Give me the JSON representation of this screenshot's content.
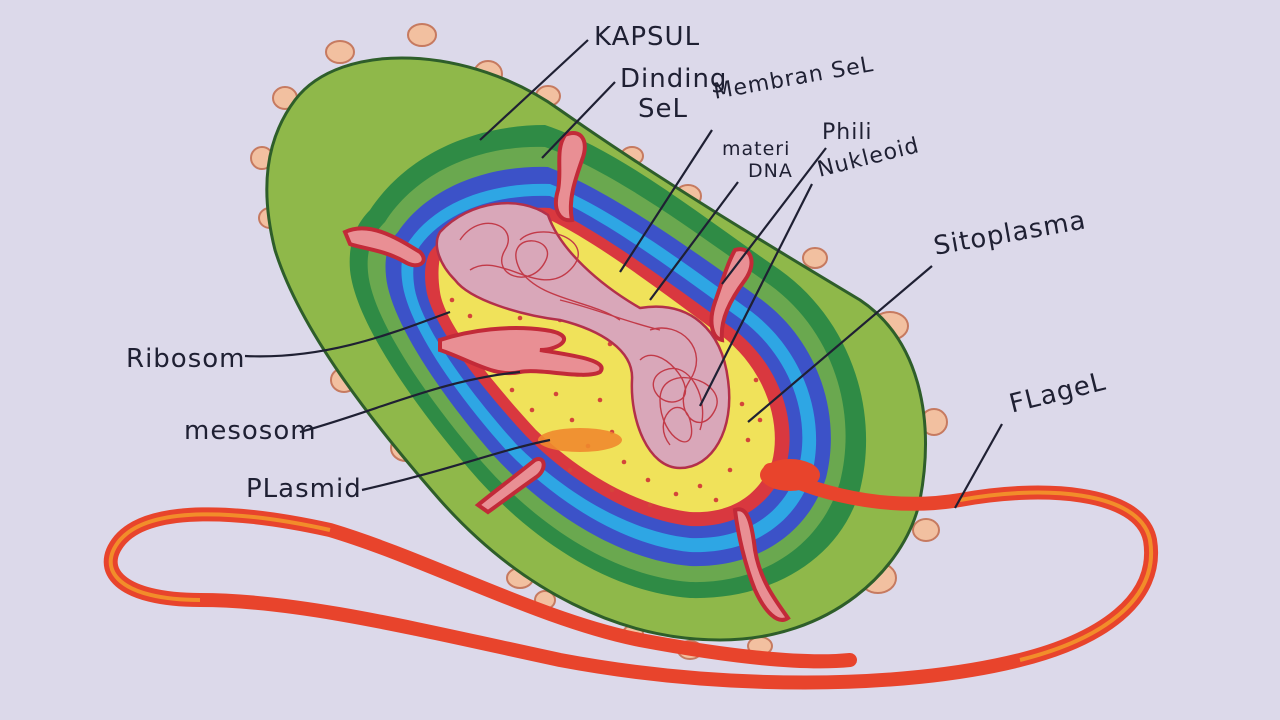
{
  "colors": {
    "background": "#dcd9ea",
    "capsule": "#8fb84a",
    "cell_wall": "#2f8b45",
    "membrane_blue": "#3c52c8",
    "membrane_light": "#2ea6e4",
    "cytoplasm": "#f0e25a",
    "membrane_red": "#d9383f",
    "nucleoid": "#d9a7b9",
    "flagellum": "#e8442c",
    "pili": "#f2c0a0",
    "label_ink": "#1f2033"
  },
  "labels": {
    "kapsul": "KAPSUL",
    "dinding": "Dinding",
    "sel_wall": "SeL",
    "membran": "Membran SeL",
    "materi": "materi",
    "dna": "DNA",
    "phili": "Phili",
    "nukleoid": "Nukleoid",
    "sitoplasma": "Sitoplasma",
    "ribosom": "Ribosom",
    "mesosom": "mesosom",
    "plasmid": "PLasmid",
    "flagel": "FLageL"
  }
}
